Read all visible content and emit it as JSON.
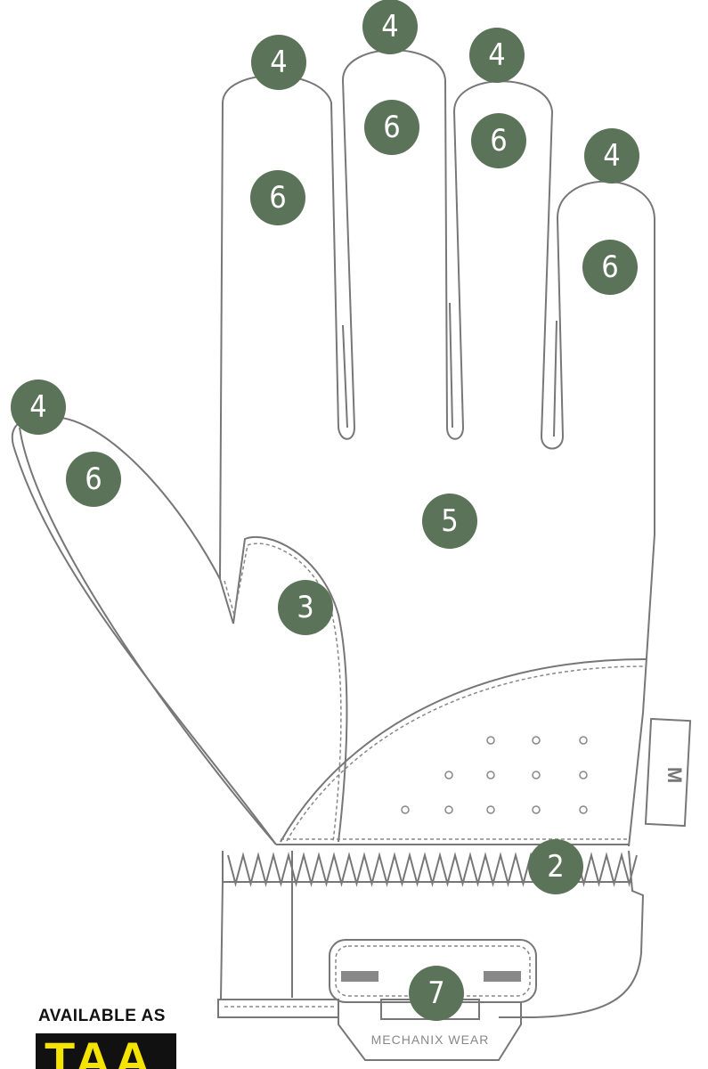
{
  "badges": [
    {
      "label": "4",
      "part": "index-tip"
    },
    {
      "label": "4",
      "part": "middle-tip"
    },
    {
      "label": "4",
      "part": "ring-tip"
    },
    {
      "label": "4",
      "part": "pinky-tip"
    },
    {
      "label": "4",
      "part": "thumb-tip"
    },
    {
      "label": "6",
      "part": "index"
    },
    {
      "label": "6",
      "part": "middle"
    },
    {
      "label": "6",
      "part": "ring"
    },
    {
      "label": "6",
      "part": "pinky"
    },
    {
      "label": "6",
      "part": "thumb"
    },
    {
      "label": "5",
      "part": "palm"
    },
    {
      "label": "3",
      "part": "thumb-crotch"
    },
    {
      "label": "2",
      "part": "cuff"
    },
    {
      "label": "7",
      "part": "closure"
    }
  ],
  "closure_text": "MECHANIX WEAR",
  "availability": {
    "label": "AVAILABLE AS",
    "logo": "TAA"
  },
  "colors": {
    "badge": "#5b7358",
    "outline": "#777777",
    "taa_bg": "#111111",
    "taa_text": "#f5e400"
  }
}
